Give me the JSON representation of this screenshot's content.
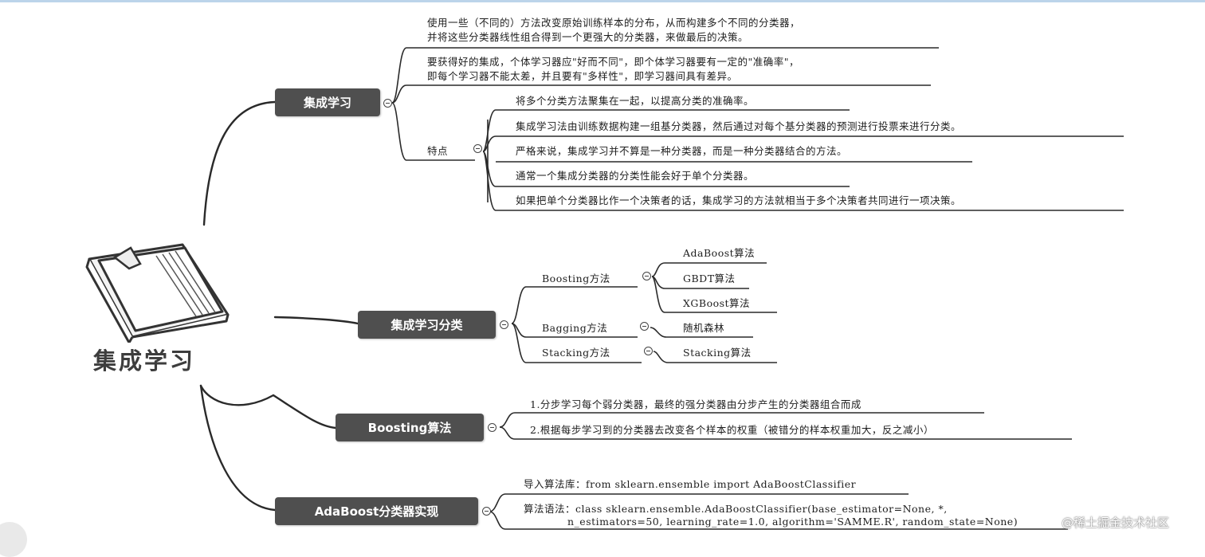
{
  "root": {
    "title": "集成学习",
    "icon": "book-icon"
  },
  "branches": {
    "ensemble": {
      "label": "集成学习",
      "items": [
        {
          "line1": "使用一些（不同的）方法改变原始训练样本的分布，从而构建多个不同的分类器，",
          "line2": "并将这些分类器线性组合得到一个更强大的分类器，来做最后的决策。"
        },
        {
          "line1": "要获得好的集成，个体学习器应\"好而不同\"，即个体学习器要有一定的\"准确率\"，",
          "line2": "即每个学习器不能太差，并且要有\"多样性\"，即学习器间具有差异。"
        }
      ],
      "features": {
        "label": "特点",
        "items": [
          "将多个分类方法聚集在一起，以提高分类的准确率。",
          "集成学习法由训练数据构建一组基分类器，然后通过对每个基分类器的预测进行投票来进行分类。",
          "严格来说，集成学习并不算是一种分类器，而是一种分类器结合的方法。",
          "通常一个集成分类器的分类性能会好于单个分类器。",
          "如果把单个分类器比作一个决策者的话，集成学习的方法就相当于多个决策者共同进行一项决策。"
        ]
      }
    },
    "classification": {
      "label": "集成学习分类",
      "boosting": {
        "label": "Boosting方法",
        "items": [
          "AdaBoost算法",
          "GBDT算法",
          "XGBoost算法"
        ]
      },
      "bagging": {
        "label": "Bagging方法",
        "items": [
          "随机森林"
        ]
      },
      "stacking": {
        "label": "Stacking方法",
        "items": [
          "Stacking算法"
        ]
      }
    },
    "boosting_algo": {
      "label": "Boosting算法",
      "items": [
        "1.分步学习每个弱分类器，最终的强分类器由分步产生的分类器组合而成",
        "2.根据每步学习到的分类器去改变各个样本的权重（被错分的样本权重加大，反之减小）"
      ]
    },
    "adaboost": {
      "label": "AdaBoost分类器实现",
      "items": [
        {
          "line1": "导入算法库：from sklearn.ensemble import AdaBoostClassifier"
        },
        {
          "line1": "算法语法：class sklearn.ensemble.AdaBoostClassifier(base_estimator=None, *,",
          "line2": "n_estimators=50, learning_rate=1.0, algorithm='SAMME.R', random_state=None)"
        }
      ]
    }
  },
  "watermark": "@稀土掘金技术社区",
  "colors": {
    "node_bg": "#4f4f4f",
    "node_text": "#ffffff",
    "line": "#2a2a2a",
    "root_text": "#3d3d3d"
  }
}
